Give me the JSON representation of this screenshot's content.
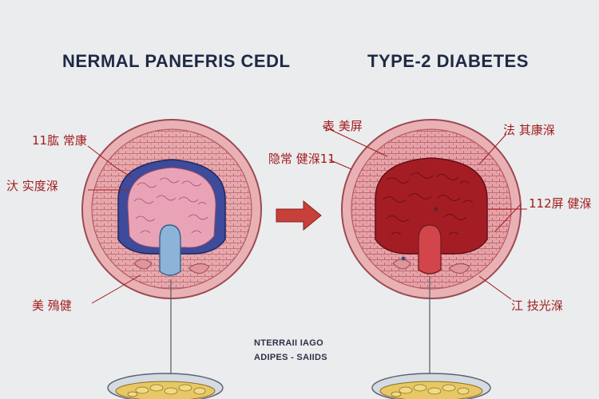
{
  "titles": {
    "left": "NERMAL PANEFRIS CEDL",
    "right": "TYPE-2 DIABETES"
  },
  "left_labels": {
    "top": "11肱 常康",
    "middle": "汏 实度湺",
    "bottom": "美 殦健"
  },
  "center_label": "隐常 健湺11",
  "right_labels": {
    "top_left": "表 美屏",
    "top_right": "法 其康湺",
    "middle": "112屏 健湺",
    "bottom": "江 技光湺"
  },
  "bottom_note": {
    "line1": "NTERRAII IAGO",
    "line2": "ADIPES - SAIIDS"
  },
  "colors": {
    "outer_ring": "#e3a0a6",
    "normal_core": "#3e4a9a",
    "diabetic_core": "#a41d25",
    "islet_normal": "#e9a3b6",
    "islet_diabetic": "#b0262c",
    "arrow": "#c7403a",
    "label": "#a11c1c"
  }
}
